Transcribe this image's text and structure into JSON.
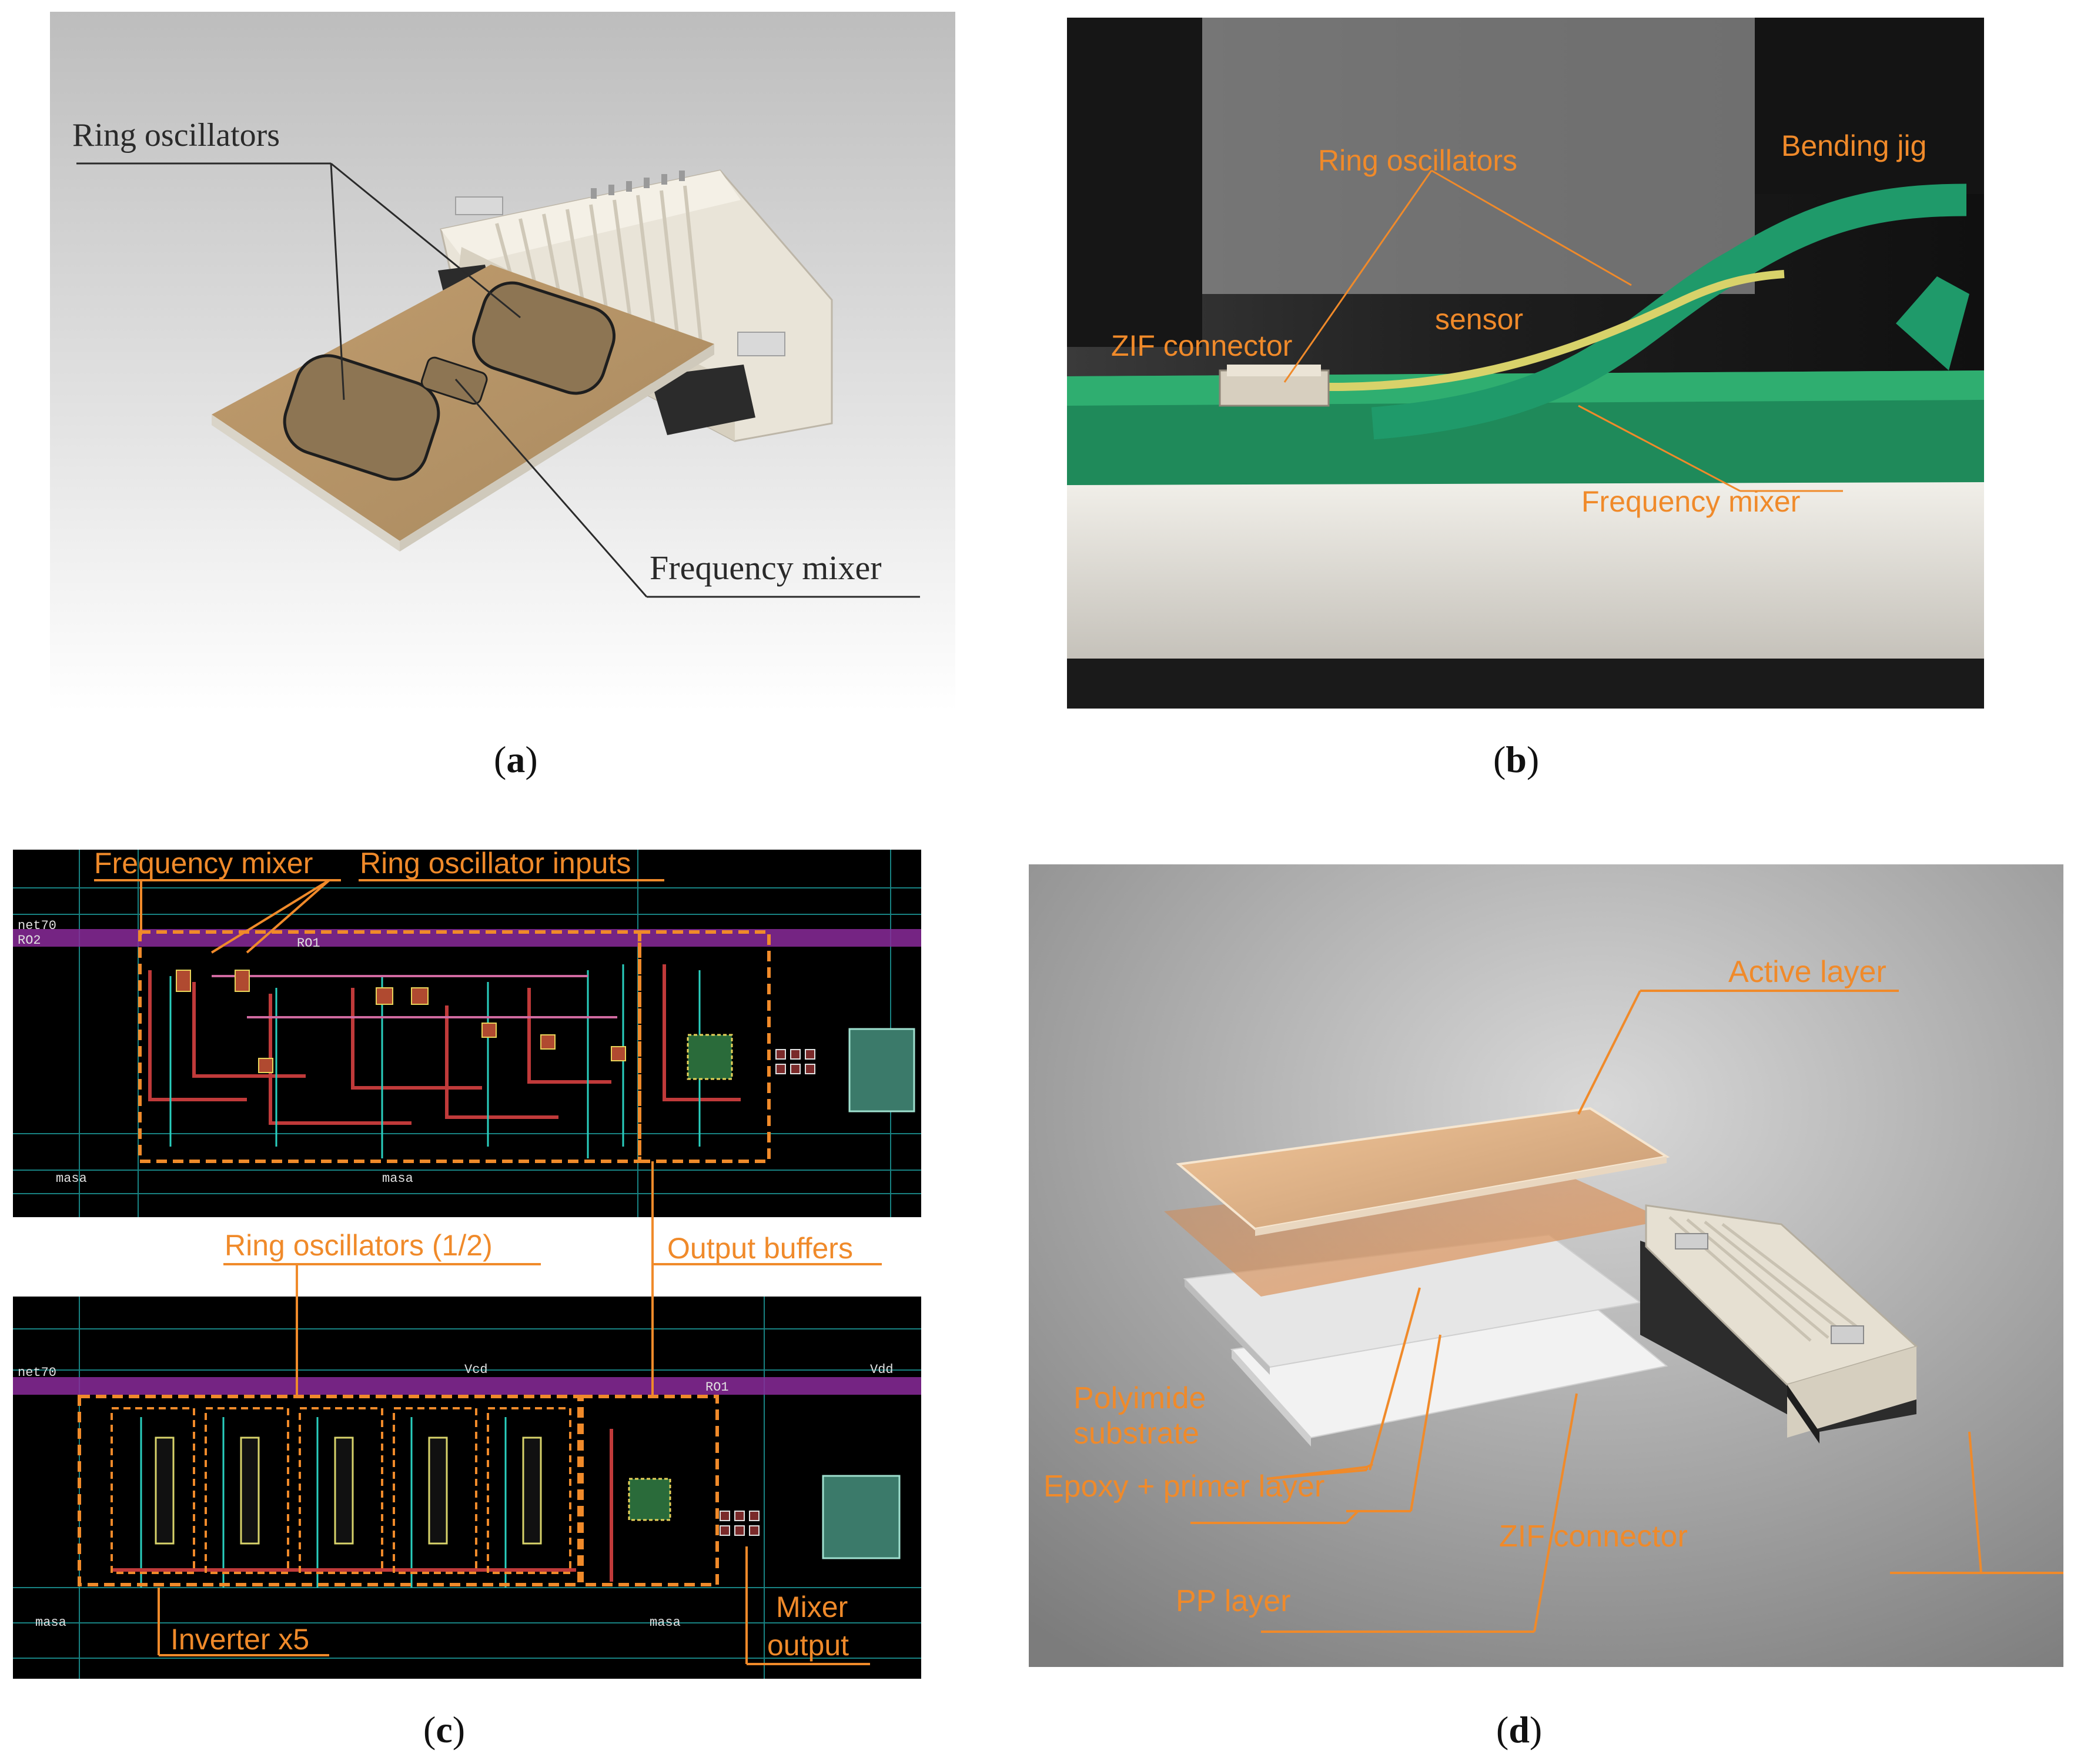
{
  "panel_a": {
    "caption_open": "(",
    "caption_letter": "a",
    "caption_close": ")",
    "labels": {
      "ring_oscillators": "Ring oscillators",
      "frequency_mixer": "Frequency mixer"
    }
  },
  "panel_b": {
    "caption_open": "(",
    "caption_letter": "b",
    "caption_close": ")",
    "labels": {
      "ring_oscillators": "Ring oscillators",
      "bending_jig": "Bending jig",
      "zif_connector": "ZIF connector",
      "sensor": "sensor",
      "frequency_mixer": "Frequency mixer"
    }
  },
  "panel_c": {
    "caption_open": "(",
    "caption_letter": "c",
    "caption_close": ")",
    "labels": {
      "frequency_mixer": "Frequency mixer",
      "ring_oscillator_inputs": "Ring oscillator inputs",
      "ring_oscillators_half": "Ring oscillators (1/2)",
      "output_buffers": "Output buffers",
      "inverter_x5": "Inverter x5",
      "mixer_output_1": "Mixer",
      "mixer_output_2": "output"
    },
    "layout_tags": {
      "net70": "net70",
      "ro1": "RO1",
      "ro2": "RO2",
      "masa": "masa",
      "vdd": "Vdd",
      "vcd": "Vcd"
    }
  },
  "panel_d": {
    "caption_open": "(",
    "caption_letter": "d",
    "caption_close": ")",
    "labels": {
      "active_layer": "Active layer",
      "polyimide_1": "Polyimide",
      "polyimide_2": "substrate",
      "epoxy_primer": "Epoxy + primer layer",
      "zif_connector": "ZIF connector",
      "pp_layer": "PP layer"
    }
  },
  "colors": {
    "annotation_orange": "#f08a2a",
    "layout_background": "#000000",
    "pcb_green": "#1f8a5a",
    "polyimide_tan": "#b89468"
  }
}
